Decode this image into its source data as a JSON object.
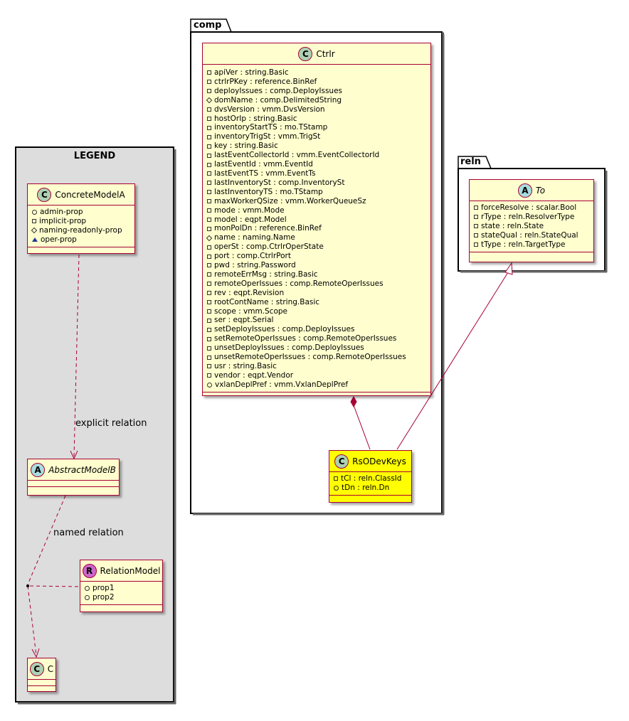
{
  "packages": {
    "comp": "comp",
    "reln": "reln"
  },
  "legend": {
    "title": "LEGEND",
    "concrete": {
      "icon": "C",
      "name": "ConcreteModelA",
      "attrs": [
        {
          "vis": "public",
          "text": "admin-prop"
        },
        {
          "vis": "private",
          "text": "implicit-prop"
        },
        {
          "vis": "protected",
          "text": "naming-readonly-prop"
        },
        {
          "vis": "package",
          "text": "oper-prop"
        }
      ]
    },
    "abstract": {
      "icon": "A",
      "name": "AbstractModelB"
    },
    "relation": {
      "icon": "R",
      "name": "RelationModel",
      "attrs": [
        {
          "vis": "public",
          "text": "prop1"
        },
        {
          "vis": "public",
          "text": "prop2"
        }
      ]
    },
    "c": {
      "icon": "C",
      "name": "C"
    },
    "explicit_label": "explicit relation",
    "named_label": "named relation"
  },
  "ctrlr": {
    "icon": "C",
    "name": "Ctrlr",
    "attrs": [
      {
        "vis": "private",
        "text": "apiVer : string.Basic"
      },
      {
        "vis": "private",
        "text": "ctrlrPKey : reference.BinRef"
      },
      {
        "vis": "private",
        "text": "deployIssues : comp.DeployIssues"
      },
      {
        "vis": "protected",
        "text": "domName : comp.DelimitedString"
      },
      {
        "vis": "private",
        "text": "dvsVersion : vmm.DvsVersion"
      },
      {
        "vis": "private",
        "text": "hostOrIp : string.Basic"
      },
      {
        "vis": "private",
        "text": "inventoryStartTS : mo.TStamp"
      },
      {
        "vis": "private",
        "text": "inventoryTrigSt : vmm.TrigSt"
      },
      {
        "vis": "private",
        "text": "key : string.Basic"
      },
      {
        "vis": "private",
        "text": "lastEventCollectorId : vmm.EventCollectorId"
      },
      {
        "vis": "private",
        "text": "lastEventId : vmm.EventId"
      },
      {
        "vis": "private",
        "text": "lastEventTS : vmm.EventTs"
      },
      {
        "vis": "private",
        "text": "lastInventorySt : comp.InventorySt"
      },
      {
        "vis": "private",
        "text": "lastInventoryTS : mo.TStamp"
      },
      {
        "vis": "private",
        "text": "maxWorkerQSize : vmm.WorkerQueueSz"
      },
      {
        "vis": "private",
        "text": "mode : vmm.Mode"
      },
      {
        "vis": "private",
        "text": "model : eqpt.Model"
      },
      {
        "vis": "private",
        "text": "monPolDn : reference.BinRef"
      },
      {
        "vis": "protected",
        "text": "name : naming.Name"
      },
      {
        "vis": "private",
        "text": "operSt : comp.CtrlrOperState"
      },
      {
        "vis": "private",
        "text": "port : comp.CtrlrPort"
      },
      {
        "vis": "private",
        "text": "pwd : string.Password"
      },
      {
        "vis": "private",
        "text": "remoteErrMsg : string.Basic"
      },
      {
        "vis": "private",
        "text": "remoteOperIssues : comp.RemoteOperIssues"
      },
      {
        "vis": "private",
        "text": "rev : eqpt.Revision"
      },
      {
        "vis": "private",
        "text": "rootContName : string.Basic"
      },
      {
        "vis": "private",
        "text": "scope : vmm.Scope"
      },
      {
        "vis": "private",
        "text": "ser : eqpt.Serial"
      },
      {
        "vis": "private",
        "text": "setDeployIssues : comp.DeployIssues"
      },
      {
        "vis": "private",
        "text": "setRemoteOperIssues : comp.RemoteOperIssues"
      },
      {
        "vis": "private",
        "text": "unsetDeployIssues : comp.DeployIssues"
      },
      {
        "vis": "private",
        "text": "unsetRemoteOperIssues : comp.RemoteOperIssues"
      },
      {
        "vis": "private",
        "text": "usr : string.Basic"
      },
      {
        "vis": "private",
        "text": "vendor : eqpt.Vendor"
      },
      {
        "vis": "public",
        "text": "vxlanDeplPref : vmm.VxlanDeplPref"
      }
    ]
  },
  "rsodevkeys": {
    "icon": "C",
    "name": "RsODevKeys",
    "attrs": [
      {
        "vis": "private",
        "text": "tCl : reln.ClassId"
      },
      {
        "vis": "public",
        "text": "tDn : reln.Dn"
      }
    ]
  },
  "to": {
    "icon": "A",
    "name": "To",
    "attrs": [
      {
        "vis": "private",
        "text": "forceResolve : scalar.Bool"
      },
      {
        "vis": "private",
        "text": "rType : reln.ResolverType"
      },
      {
        "vis": "private",
        "text": "state : reln.State"
      },
      {
        "vis": "private",
        "text": "stateQual : reln.StateQual"
      },
      {
        "vis": "private",
        "text": "tType : reln.TargetType"
      }
    ]
  },
  "colors": {
    "box_fill": "#FEFECE",
    "box_border": "#A80036",
    "highlight_fill": "#FFFF00",
    "legend_fill": "#DDDDDD",
    "class_icon": "#ADD1B2",
    "abstract_icon": "#A9DCDF",
    "relation_icon": "#CC66CC"
  }
}
